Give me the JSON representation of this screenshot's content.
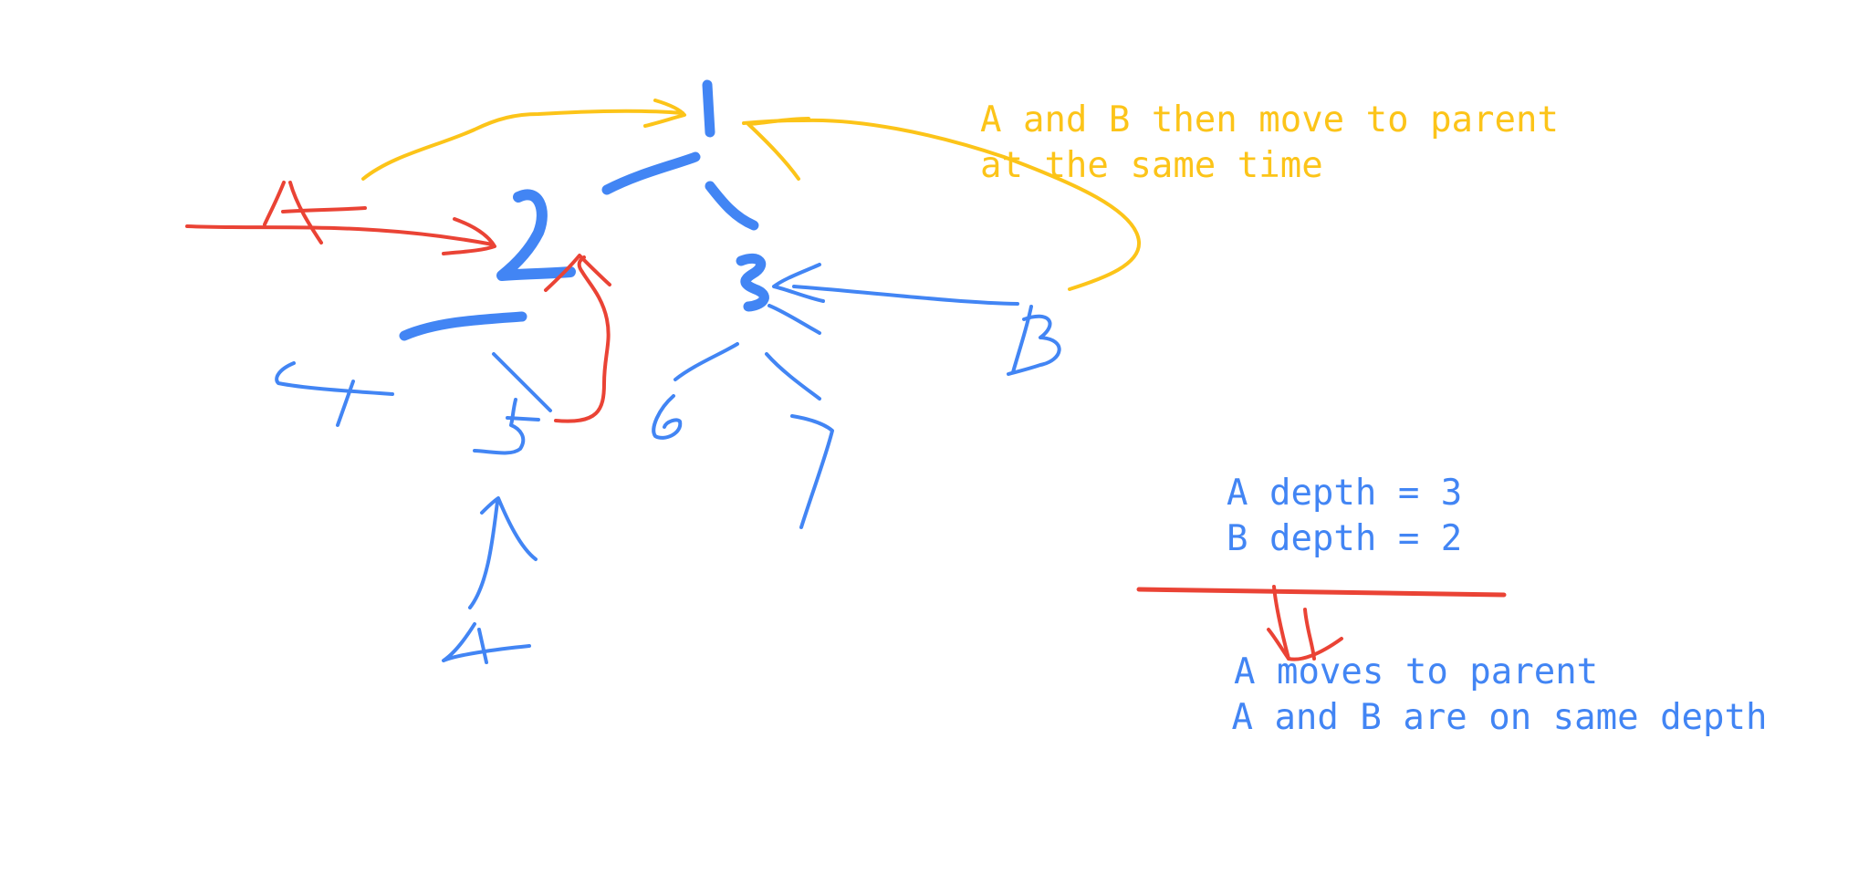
{
  "colors": {
    "background": "#ffffff",
    "tree_ink": "#4285f4",
    "pointer_ink": "#ea4335",
    "annotation_ink": "#fcc419"
  },
  "tree": {
    "nodes": {
      "n1": "1",
      "n2": "2",
      "n3": "3",
      "n4": "4",
      "n5": "5",
      "n6": "6",
      "n7": "7",
      "n8": "4"
    }
  },
  "pointers": {
    "a_label": "A",
    "b_label": "B"
  },
  "notes": {
    "move_together": [
      "A and B then move to parent",
      "at the same time"
    ],
    "depths": [
      "A depth = 3",
      "B depth = 2"
    ],
    "result": [
      "A moves to parent",
      " A and B are on same depth"
    ]
  }
}
